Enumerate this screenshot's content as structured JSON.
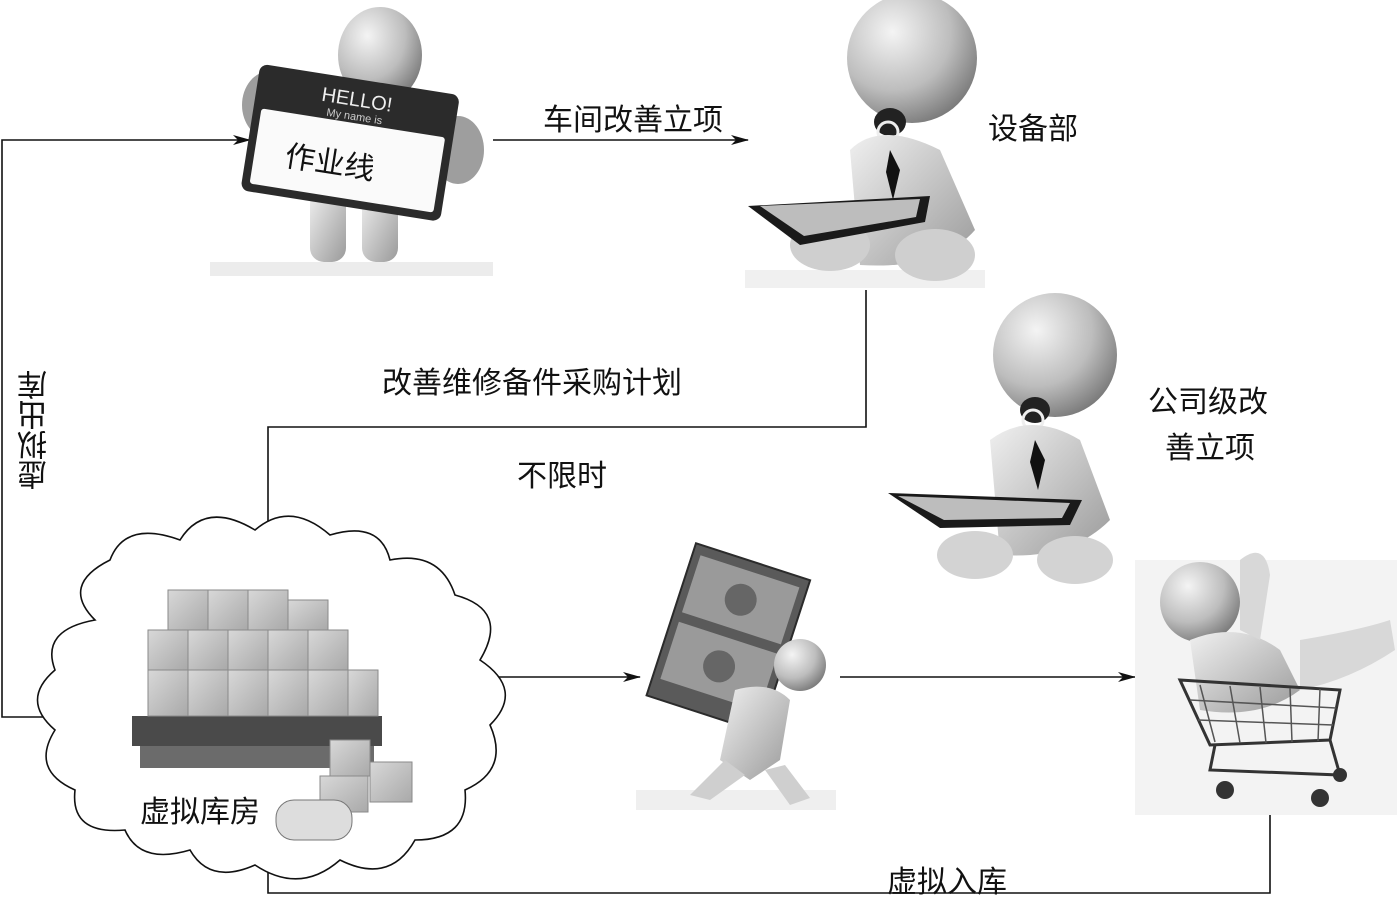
{
  "labels": {
    "workshop_project": "车间改善立项",
    "equipment_dept": "设备部",
    "purchase_plan": "改善维修备件采购计划",
    "unlimited_time": "不限时",
    "company_project_line1": "公司级改",
    "company_project_line2": "善立项",
    "virtual_outbound": "虚拟出库",
    "virtual_inbound": "虚拟入库",
    "virtual_warehouse": "虚拟库房",
    "production_line": "作业线",
    "hello_sign": "HELLO!",
    "name_sign": "My name is"
  },
  "icons": {
    "production_line_figure": "person-holding-name-sign-icon",
    "equipment_dept_figure": "person-with-tablet-icon",
    "company_dept_figure": "person-with-tablet-icon",
    "money_carrier_figure": "person-carrying-money-icon",
    "shopping_figure": "person-in-shopping-cart-icon",
    "warehouse_figure": "boxes-on-pallet-icon"
  }
}
